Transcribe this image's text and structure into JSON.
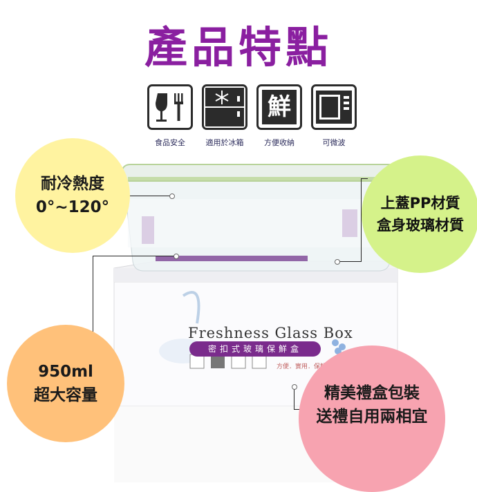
{
  "title": "產品特點",
  "features": [
    {
      "icon": "wine-glass-fork-icon",
      "label": "食品安全"
    },
    {
      "icon": "snowflake-fridge-icon",
      "label": "適用於冰箱"
    },
    {
      "icon": "fresh-char-icon",
      "label": "方便收納",
      "glyph": "鮮"
    },
    {
      "icon": "microwave-icon",
      "label": "可微波"
    }
  ],
  "callouts": {
    "heat": {
      "line1": "耐冷熱度",
      "line2": "0°~120°"
    },
    "material": {
      "line1": "上蓋PP材質",
      "line2": "盒身玻璃材質"
    },
    "capacity": {
      "line1": "950ml",
      "line2": "超大容量"
    },
    "gift": {
      "line1": "精美禮盒包裝",
      "line2": "送禮自用兩相宜"
    }
  },
  "package": {
    "name": "Freshness Glass Box",
    "subtitle": "密扣式玻璃保鮮盒",
    "tagline": "方便．實用．保鮮"
  },
  "colors": {
    "title": "#8a1fa0",
    "yellow": "#fff3a0",
    "green": "#d5f28a",
    "orange": "#ffc17a",
    "pink": "#f7a3b0"
  }
}
